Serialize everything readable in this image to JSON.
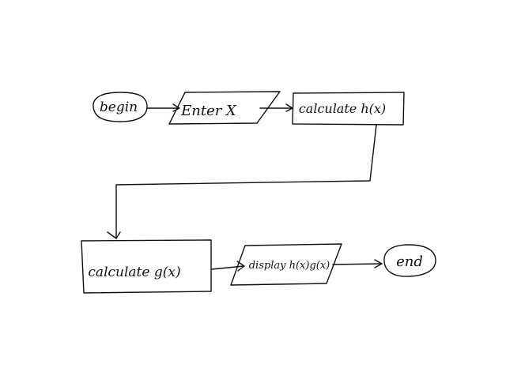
{
  "diagram": {
    "nodes": {
      "begin": {
        "label": "begin",
        "shape": "terminator"
      },
      "input_x": {
        "label": "Enter X",
        "shape": "parallelogram"
      },
      "calc_h": {
        "label": "calculate h(x)",
        "shape": "rectangle"
      },
      "calc_g": {
        "label": "calculate g(x)",
        "shape": "rectangle"
      },
      "display": {
        "label": "display h(x)g(x)",
        "shape": "parallelogram"
      },
      "end": {
        "label": "end",
        "shape": "terminator"
      }
    },
    "edges": [
      {
        "from": "begin",
        "to": "input_x"
      },
      {
        "from": "input_x",
        "to": "calc_h"
      },
      {
        "from": "calc_h",
        "to": "calc_g"
      },
      {
        "from": "calc_g",
        "to": "display"
      },
      {
        "from": "display",
        "to": "end"
      }
    ],
    "colors": {
      "ink": "#111111",
      "background": "#ffffff"
    }
  }
}
